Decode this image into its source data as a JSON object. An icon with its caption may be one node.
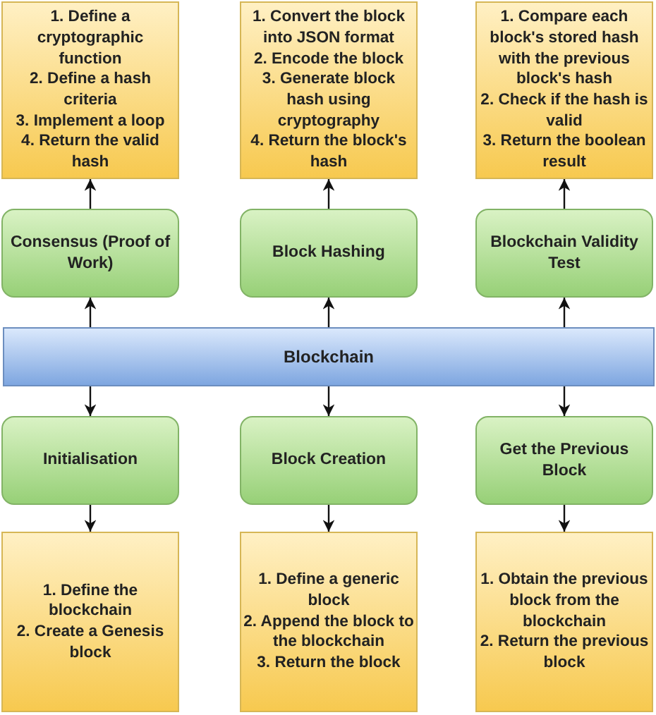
{
  "diagram": {
    "nodes": [
      {
        "text": [
          "1. Define a cryptographic function",
          "2. Define a hash criteria",
          "3. Implement a loop",
          "4. Return the valid hash"
        ]
      },
      {
        "text": [
          "1. Convert the block into JSON format",
          "2. Encode the block",
          "3. Generate block hash using cryptography",
          "4. Return the block's hash"
        ]
      },
      {
        "text": [
          "1. Compare each block's stored hash with the previous block's hash",
          "2. Check if the hash is valid",
          "3. Return the boolean result"
        ]
      },
      {
        "text": [
          "Consensus (Proof of Work)"
        ]
      },
      {
        "text": [
          "Block Hashing"
        ]
      },
      {
        "text": [
          "Blockchain Validity Test"
        ]
      },
      {
        "text": [
          "Blockchain"
        ]
      },
      {
        "text": [
          "Initialisation"
        ]
      },
      {
        "text": [
          "Block Creation"
        ]
      },
      {
        "text": [
          "Get the Previous Block"
        ]
      },
      {
        "text": [
          "1. Define the blockchain",
          "2. Create a Genesis block"
        ]
      },
      {
        "text": [
          "1. Define a generic block",
          "2. Append the block to the blockchain",
          "3. Return the block"
        ]
      },
      {
        "text": [
          "1. Obtain the previous block from the blockchain",
          "2. Return the previous block"
        ]
      }
    ],
    "edges": [
      {
        "from": 6,
        "to": 3,
        "arrow": "to"
      },
      {
        "from": 6,
        "to": 4,
        "arrow": "to"
      },
      {
        "from": 6,
        "to": 5,
        "arrow": "to"
      },
      {
        "from": 3,
        "to": 0,
        "arrow": "to"
      },
      {
        "from": 4,
        "to": 1,
        "arrow": "to"
      },
      {
        "from": 5,
        "to": 2,
        "arrow": "to"
      },
      {
        "from": 6,
        "to": 7,
        "arrow": "to"
      },
      {
        "from": 6,
        "to": 8,
        "arrow": "to"
      },
      {
        "from": 6,
        "to": 9,
        "arrow": "to"
      },
      {
        "from": 7,
        "to": 10,
        "arrow": "to"
      },
      {
        "from": 8,
        "to": 11,
        "arrow": "to"
      },
      {
        "from": 9,
        "to": 12,
        "arrow": "to"
      }
    ]
  }
}
